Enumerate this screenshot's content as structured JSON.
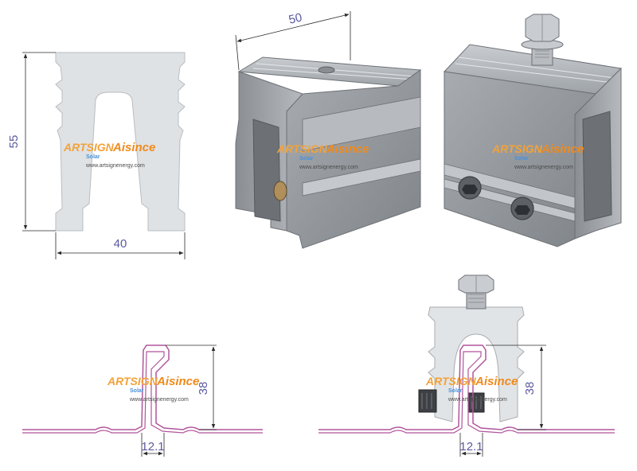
{
  "profile": {
    "height_label": "55",
    "width_label": "40"
  },
  "clamp_width_label": "50",
  "seam": {
    "height_label": "38",
    "width_label": "12.1"
  },
  "logo": {
    "art": "ARTSIGN",
    "ais": "Aisince",
    "solar": "Solar",
    "url": "www.artsignenergy.com"
  },
  "colors": {
    "metal_light": "#e0e3e6",
    "metal_mid": "#9ea2a6",
    "metal_dark": "#6d7176",
    "seam_line": "#b0559b",
    "dim_line": "#2a2a2a"
  }
}
